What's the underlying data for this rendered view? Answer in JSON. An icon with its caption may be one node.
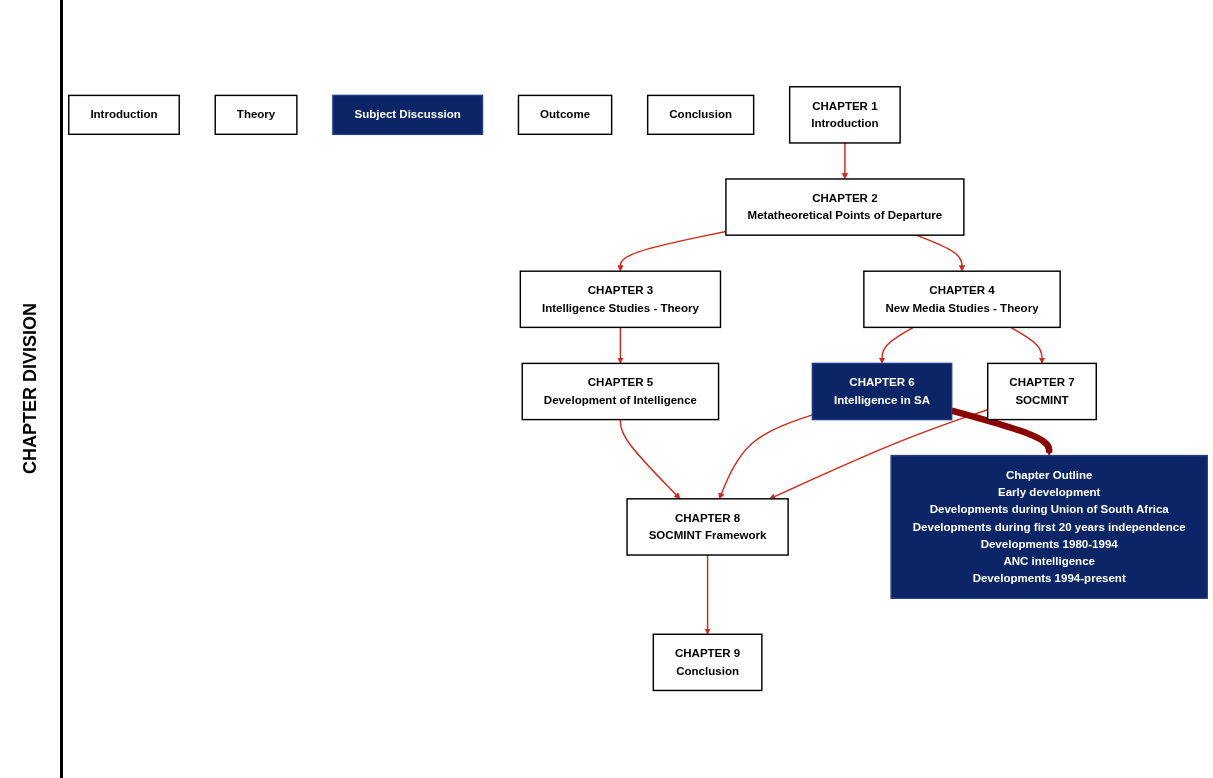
{
  "diagram": {
    "nodes": [
      {
        "text": [
          "Introduction"
        ]
      },
      {
        "text": [
          "Theory"
        ]
      },
      {
        "text": [
          "Subject Discussion"
        ]
      },
      {
        "text": [
          "Outcome"
        ]
      },
      {
        "text": [
          "Conclusion"
        ]
      },
      {
        "text": [
          "CHAPTER 1",
          "Introduction"
        ]
      },
      {
        "text": [
          "CHAPTER 2",
          "Metatheoretical Points of Departure"
        ]
      },
      {
        "text": [
          "CHAPTER 3",
          "Intelligence Studies - Theory"
        ]
      },
      {
        "text": [
          "CHAPTER 4",
          "New Media Studies - Theory"
        ]
      },
      {
        "text": [
          "CHAPTER 5",
          "Development of Intelligence"
        ]
      },
      {
        "text": [
          "CHAPTER 6",
          "Intelligence in SA"
        ]
      },
      {
        "text": [
          "CHAPTER 7",
          "SOCMINT"
        ]
      },
      {
        "text": [
          "CHAPTER 8",
          "SOCMINT Framework"
        ]
      },
      {
        "text": [
          "CHAPTER 9",
          "Conclusion"
        ]
      },
      {
        "text": [
          "Chapter Outline",
          "Early development",
          "Developments during Union of South Africa",
          "Developments during first 20 years independence",
          "Developments 1980-1994",
          "ANC intelligence",
          "Developments 1994-present"
        ]
      }
    ],
    "edges": [
      {
        "from": 5,
        "to": 6,
        "arrow": "to"
      },
      {
        "from": 6,
        "to": 7,
        "arrow": "to"
      },
      {
        "from": 6,
        "to": 8,
        "arrow": "to"
      },
      {
        "from": 7,
        "to": 9,
        "arrow": "to"
      },
      {
        "from": 8,
        "to": 10,
        "arrow": "to"
      },
      {
        "from": 8,
        "to": 11,
        "arrow": "to"
      },
      {
        "from": 9,
        "to": 12,
        "arrow": "to"
      },
      {
        "from": 10,
        "to": 12,
        "arrow": "to"
      },
      {
        "from": 11,
        "to": 12,
        "arrow": "to"
      },
      {
        "from": 12,
        "to": 13,
        "arrow": "to"
      },
      {
        "from": 10,
        "to": 14,
        "arrow": "to",
        "style": "thick",
        "color": "#8b0000"
      }
    ],
    "labels": [
      "CHAPTER DIVISION"
    ]
  }
}
